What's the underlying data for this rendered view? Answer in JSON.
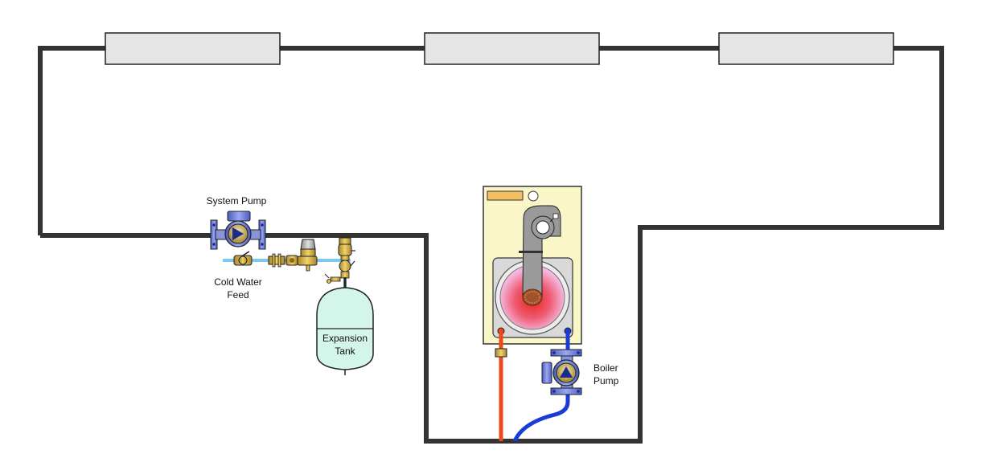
{
  "labels": {
    "system_pump": "System Pump",
    "cold_water_feed_line1": "Cold Water",
    "cold_water_feed_line2": "Feed",
    "expansion_tank_line1": "Expansion",
    "expansion_tank_line2": "Tank",
    "boiler_pump_line1": "Boiler",
    "boiler_pump_line2": "Pump"
  },
  "colors": {
    "main_pipe": "#333333",
    "flow_pipe": "#e84a1c",
    "return_pipe": "#1a3cd6",
    "cold_feed_pipe": "#7cc8f0",
    "radiator": "#e5e5e5",
    "boiler_case": "#fbf6c8",
    "expansion_tank": "#d4f5e9",
    "pump_body": "#7f8fe0",
    "valve_brass": "#d6b04a"
  },
  "components": [
    {
      "id": "radiator-1",
      "icon": "radiator"
    },
    {
      "id": "radiator-2",
      "icon": "radiator"
    },
    {
      "id": "radiator-3",
      "icon": "radiator"
    },
    {
      "id": "system-pump",
      "icon": "circulator-pump-icon"
    },
    {
      "id": "boiler-pump",
      "icon": "circulator-pump-icon"
    },
    {
      "id": "boiler",
      "icon": "boiler-icon"
    },
    {
      "id": "expansion-tank",
      "icon": "expansion-vessel-icon"
    }
  ]
}
